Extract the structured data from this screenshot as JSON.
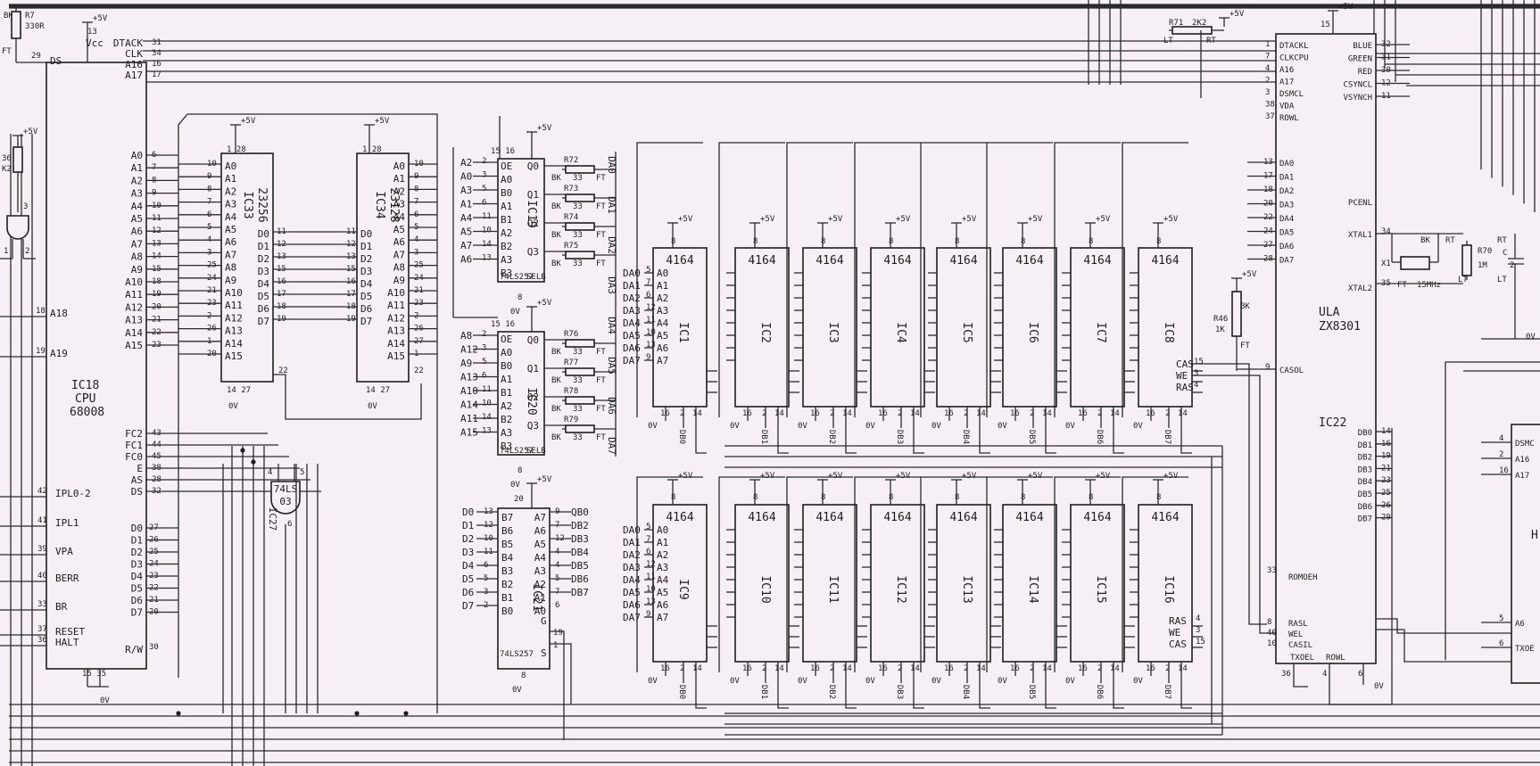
{
  "cpu": {
    "ref": "IC18",
    "func": "CPU",
    "part": "68008",
    "left_signals": [
      "IPL0-2",
      "IPL1",
      "VPA",
      "BERR",
      "BR",
      "RESET",
      "HALT"
    ],
    "left_pins": [
      "42",
      "41",
      "39",
      "40",
      "33",
      "37",
      "36"
    ],
    "top_signals": [
      "DTACK",
      "CLK",
      "A16",
      "A17"
    ],
    "top_pins": [
      "31",
      "34",
      "16",
      "17"
    ],
    "addr_labels": [
      "A0",
      "A1",
      "A2",
      "A3",
      "A4",
      "A5",
      "A6",
      "A7",
      "A8",
      "A9",
      "A10",
      "A11",
      "A12",
      "A13",
      "A14",
      "A15"
    ],
    "addr_pins": [
      "6",
      "7",
      "8",
      "9",
      "10",
      "11",
      "12",
      "13",
      "14",
      "15",
      "18",
      "19",
      "20",
      "21",
      "22",
      "23"
    ],
    "high_addr": [
      "A18",
      "A19"
    ],
    "high_addr_pins": [
      "18",
      "19"
    ],
    "ctrl_labels": [
      "FC2",
      "FC1",
      "FC0",
      "E",
      "AS",
      "DS"
    ],
    "ctrl_pins": [
      "43",
      "44",
      "45",
      "38",
      "28",
      "32"
    ],
    "data_labels": [
      "D0",
      "D1",
      "D2",
      "D3",
      "D4",
      "D5",
      "D6",
      "D7"
    ],
    "data_pins": [
      "27",
      "26",
      "25",
      "24",
      "23",
      "22",
      "21",
      "20"
    ],
    "rw": "R/W",
    "rw_pin": "30",
    "vcc": "Vcc",
    "vcc_pin": "13",
    "gnd_pins": "15  35",
    "ds_pin": "29",
    "ds": "DS"
  },
  "power": {
    "plus5": "+5V",
    "gnd": "0V"
  },
  "resistor_r7": {
    "ref": "R7",
    "value": "330R",
    "a": "BK",
    "b": "FT"
  },
  "resistor_r36": {
    "ref": "36",
    "value": "K2"
  },
  "rom1": {
    "ref": "IC33",
    "part": "23256",
    "pins_in": [
      "10",
      "9",
      "8",
      "7",
      "6",
      "5",
      "4",
      "3",
      "25",
      "24",
      "21",
      "23",
      "2",
      "26",
      "1",
      "20"
    ],
    "addr": [
      "A0",
      "A1",
      "A2",
      "A3",
      "A4",
      "A5",
      "A6",
      "A7",
      "A8",
      "A9",
      "A10",
      "A11",
      "A12",
      "A13",
      "A14",
      "A15"
    ],
    "data": [
      "D0",
      "D1",
      "D2",
      "D3",
      "D4",
      "D5",
      "D6",
      "D7"
    ],
    "data_pins": [
      "11",
      "12",
      "13",
      "15",
      "16",
      "17",
      "18",
      "19"
    ],
    "vcc_pins": "1  28",
    "gnd_pins": "14  27",
    "oe_pin": "22"
  },
  "rom2": {
    "ref": "IC34",
    "part": "23128",
    "data_pins": [
      "11",
      "12",
      "13",
      "15",
      "16",
      "17",
      "18",
      "19"
    ],
    "addr_pins": [
      "10",
      "9",
      "8",
      "7",
      "6",
      "5",
      "4",
      "3",
      "25",
      "24",
      "21",
      "23",
      "2",
      "26",
      "27",
      "1"
    ],
    "vcc_pins": "1  28",
    "gnd_pins": "14  27",
    "oe_pin": "22"
  },
  "nand": {
    "ref": "IC27",
    "part": "74LS",
    "sub": "03",
    "pins": [
      "4",
      "5",
      "6"
    ]
  },
  "gate_left": {
    "pins": [
      "1",
      "2",
      "3"
    ]
  },
  "mux19": {
    "ref": "IC19",
    "part": "74LS257",
    "sel": "SELB",
    "in_labels": [
      "A2",
      "A0",
      "A3",
      "A1",
      "A4",
      "A5",
      "A7",
      "A6"
    ],
    "in_pins": [
      "2",
      "3",
      "5",
      "6",
      "11",
      "10",
      "14",
      "13"
    ],
    "pins_left": [
      "OE",
      "A0",
      "B0",
      "A1",
      "B1",
      "A2",
      "B2",
      "A3",
      "B3"
    ],
    "out": [
      "Q0",
      "Q1",
      "Q2",
      "Q3"
    ],
    "vcc_pins": "15  16"
  },
  "mux20": {
    "ref": "IC20",
    "part": "74LS257",
    "sel": "SELB",
    "in_labels": [
      "A8",
      "A12",
      "A9",
      "A13",
      "A10",
      "A14",
      "A11",
      "A15"
    ],
    "in_pins": [
      "2",
      "3",
      "5",
      "6",
      "11",
      "10",
      "14",
      "13"
    ],
    "out": [
      "Q0",
      "Q1",
      "Q2",
      "Q3"
    ],
    "vcc_pins": "15  16"
  },
  "mux21": {
    "ref": "IC21",
    "part": "74LS257",
    "sel": "S",
    "left_labels": [
      "D0",
      "D1",
      "D2",
      "D3",
      "D4",
      "D5",
      "D6",
      "D7"
    ],
    "left_pins": [
      "13",
      "12",
      "10",
      "11",
      "6",
      "5",
      "3",
      "2"
    ],
    "inner_left": [
      "B7",
      "B6",
      "B5",
      "B4",
      "B3",
      "B2",
      "B1",
      "B0"
    ],
    "inner_right": [
      "A7",
      "A6",
      "A5",
      "A4",
      "A3",
      "A2",
      "A1",
      "A0"
    ],
    "right_pins": [
      "9",
      "7",
      "12",
      "4",
      "4",
      "5",
      "7",
      "6"
    ],
    "right_labels": [
      "QB0",
      "DB2",
      "DB3",
      "DB4",
      "DB5",
      "DB6",
      "DB7"
    ],
    "pin_top": "20",
    "pin_g": "19",
    "pin_s": "1"
  },
  "series_resistors": [
    {
      "ref": "R72",
      "value": "33"
    },
    {
      "ref": "R73",
      "value": "33"
    },
    {
      "ref": "R74",
      "value": "33"
    },
    {
      "ref": "R75",
      "value": "33"
    },
    {
      "ref": "R76",
      "value": "33"
    },
    {
      "ref": "R77",
      "value": "33"
    },
    {
      "ref": "R78",
      "value": "33"
    },
    {
      "ref": "R79",
      "value": "33"
    }
  ],
  "resistor_tags": {
    "bk": "BK",
    "ft": "FT"
  },
  "da_labels": [
    "DA0",
    "DA1",
    "DA2",
    "DA3",
    "DA4",
    "DA5",
    "DA6",
    "DA7"
  ],
  "da_pins": [
    "5",
    "7",
    "6",
    "12",
    "11",
    "10",
    "13",
    "9"
  ],
  "dram_addr": [
    "A0",
    "A1",
    "A2",
    "A3",
    "A4",
    "A5",
    "A6",
    "A7"
  ],
  "dram_part": "4164",
  "dram_top": [
    "IC1",
    "IC2",
    "IC3",
    "IC4",
    "IC5",
    "IC6",
    "IC7",
    "IC8"
  ],
  "dram_bottom": [
    "IC9",
    "IC10",
    "IC11",
    "IC12",
    "IC13",
    "IC14",
    "IC15",
    "IC16"
  ],
  "dram_db": [
    "DB0",
    "DB1",
    "DB2",
    "DB3",
    "DB4",
    "DB5",
    "DB6",
    "DB7"
  ],
  "dram_pins": {
    "vcc": "8",
    "gnd": "16",
    "p2": "2",
    "p14": "14"
  },
  "dram_ctrl": {
    "cas": "CAS",
    "we": "WE",
    "ras": "RAS",
    "pins_a": [
      "15",
      "3",
      "4"
    ],
    "pins_b": [
      "4",
      "3",
      "15"
    ]
  },
  "ula": {
    "ref": "IC22",
    "name": "ULA",
    "part": "ZX8301",
    "left": [
      "DTACKL",
      "CLKCPU",
      "A16",
      "A17",
      "DSMCL",
      "VDA",
      "ROWL"
    ],
    "left_pins": [
      "1",
      "7",
      "4",
      "2",
      "3",
      "38",
      "37"
    ],
    "right": [
      "BLUE",
      "GREEN",
      "RED",
      "CSYNCL",
      "VSYNCH"
    ],
    "right_pins": [
      "32",
      "31",
      "30",
      "12",
      "11"
    ],
    "da": [
      "DA0",
      "DA1",
      "DA2",
      "DA3",
      "DA4",
      "DA5",
      "DA6",
      "DA7"
    ],
    "da_pins": [
      "13",
      "17",
      "18",
      "20",
      "22",
      "24",
      "27",
      "28"
    ],
    "pcenl": "PCENL",
    "xtal1": "XTAL1",
    "xtal2": "XTAL2",
    "xtal1_pin": "34",
    "xtal2_pin": "35",
    "casol": "CASOL",
    "casol_pin": "9",
    "db": [
      "DB0",
      "DB1",
      "DB2",
      "DB3",
      "DB4",
      "DB5",
      "DB6",
      "DB7"
    ],
    "db_pins": [
      "14",
      "16",
      "19",
      "21",
      "23",
      "25",
      "26",
      "29"
    ],
    "romoeh": "ROMOEH",
    "romoeh_pin": "33",
    "bottom_left": [
      "RASL",
      "WEL",
      "CASIL"
    ],
    "bottom_pins": [
      "8",
      "40",
      "10"
    ],
    "txoel": "TXOEL",
    "rowl": "ROWL",
    "pin36": "36",
    "pin4": "4",
    "pin6": "6",
    "vcc_pin": "15"
  },
  "r71": {
    "ref": "R71",
    "value": "2K2",
    "a": "LT",
    "b": "RT"
  },
  "r46": {
    "ref": "R46",
    "value": "1K",
    "a": "BK",
    "b": "FT"
  },
  "crystal": {
    "ref": "X1",
    "value": "15MHz",
    "bk": "BK",
    "ft": "FT"
  },
  "r70": {
    "ref": "R70",
    "value": "1M",
    "a": "RT",
    "b": "LT"
  },
  "cap": {
    "ref": "C",
    "value": "2",
    "a": "RT",
    "b": "LT"
  },
  "edge_right": {
    "labels": [
      "DSMC",
      "A16",
      "A17",
      "A6",
      "TXOE"
    ],
    "pins": [
      "4",
      "2",
      "16",
      "5",
      "6"
    ],
    "h": "H"
  }
}
